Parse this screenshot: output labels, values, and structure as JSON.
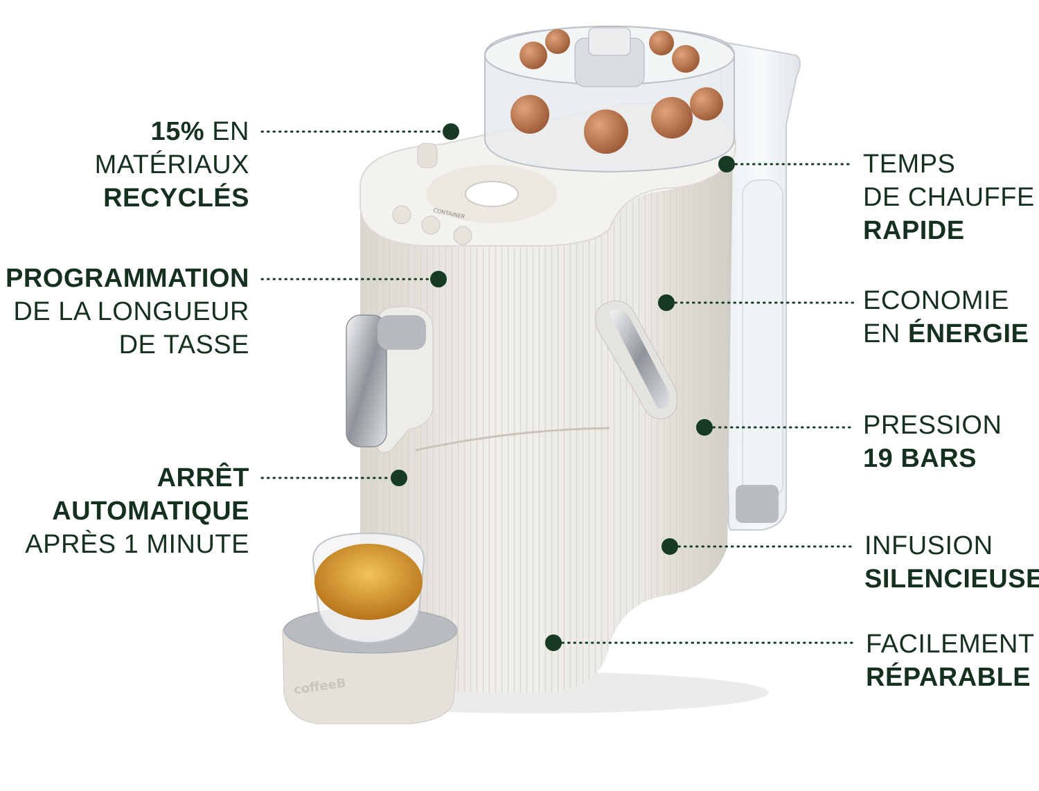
{
  "colors": {
    "text": "#16301f",
    "dot": "#163a24",
    "machine": "#ece9e2",
    "chrome": "#c9ccd0",
    "espresso": "#d59a2c"
  },
  "features": [
    {
      "id": "recycled",
      "line1_bold": "15%",
      "line1": "EN",
      "line2": "MATÉRIAUX",
      "line3_bold": "RECYCLÉS"
    },
    {
      "id": "programming",
      "line1_bold": "PROGRAMMATION",
      "line2": "DE LA LONGUEUR",
      "line3": "DE TASSE"
    },
    {
      "id": "auto-stop",
      "line1_bold": "ARRÊT",
      "line2_bold": "AUTOMATIQUE",
      "line3": "APRÈS 1 MINUTE"
    },
    {
      "id": "heating",
      "line1": "TEMPS",
      "line2": "DE CHAUFFE",
      "line3_bold": "RAPIDE"
    },
    {
      "id": "energy",
      "line1": "ECONOMIE",
      "line2": "EN",
      "line2_bold": "ÉNERGIE"
    },
    {
      "id": "pressure",
      "line1": "PRESSION",
      "line2_bold": "19 BARS"
    },
    {
      "id": "infusion",
      "line1": "INFUSION",
      "line2_bold": "SILENCIEUSE"
    },
    {
      "id": "repair",
      "line1": "FACILEMENT",
      "line2_bold": "RÉPARABLE"
    }
  ],
  "machine": {
    "panel_label": "CONTAINER",
    "brand": "coffeeB"
  }
}
